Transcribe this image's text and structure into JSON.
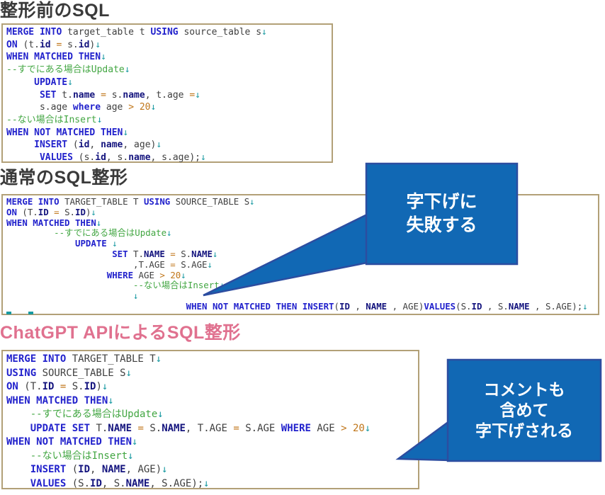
{
  "sections": [
    {
      "heading": "整形前のSQL"
    },
    {
      "heading": "通常のSQL整形"
    },
    {
      "heading": "ChatGPT APIによるSQL整形"
    }
  ],
  "colors": {
    "background": "#FFFFFF",
    "keyword": "#2222CC",
    "identifier": "#3F3F3F",
    "field": "#14147E",
    "operator": "#C0761A",
    "number": "#C0761A",
    "comment": "#42A642",
    "linebreak": "#1899A1",
    "border-tan": "#B2A077",
    "heading": "#3A3A3A",
    "heading-pink": "#E0718F",
    "callout-fill": "#1168B4",
    "callout-border": "#2C4DA0",
    "callout-text": "#FFFFFF"
  },
  "code_blocks": [
    {
      "lines": [
        [
          [
            "k",
            "MERGE INTO "
          ],
          [
            "i",
            "target_table t "
          ],
          [
            "k",
            "USING "
          ],
          [
            "i",
            "source_table s"
          ],
          [
            "a",
            "↓"
          ]
        ],
        [
          [
            "k",
            "ON "
          ],
          [
            "i",
            "(t."
          ],
          [
            "f",
            "id"
          ],
          [
            "i",
            " "
          ],
          [
            "o",
            "="
          ],
          [
            "i",
            " s."
          ],
          [
            "f",
            "id"
          ],
          [
            "i",
            ")"
          ],
          [
            "a",
            "↓"
          ]
        ],
        [
          [
            "k",
            "WHEN MATCHED THEN"
          ],
          [
            "a",
            "↓"
          ]
        ],
        [
          [
            "c",
            "--すでにある場合はUpdate"
          ],
          [
            "a",
            "↓"
          ]
        ],
        [
          [
            "i",
            "     "
          ],
          [
            "k",
            "UPDATE"
          ],
          [
            "a",
            "↓"
          ]
        ],
        [
          [
            "i",
            "      "
          ],
          [
            "k",
            "SET "
          ],
          [
            "i",
            "t."
          ],
          [
            "f",
            "name"
          ],
          [
            "i",
            " "
          ],
          [
            "o",
            "="
          ],
          [
            "i",
            " s."
          ],
          [
            "f",
            "name"
          ],
          [
            "i",
            ", t.age "
          ],
          [
            "o",
            "="
          ],
          [
            "a",
            "↓"
          ]
        ],
        [
          [
            "i",
            "      s.age "
          ],
          [
            "k",
            "where"
          ],
          [
            "i",
            " age "
          ],
          [
            "o",
            ">"
          ],
          [
            "i",
            " "
          ],
          [
            "n",
            "20"
          ],
          [
            "a",
            "↓"
          ]
        ],
        [
          [
            "c",
            "--ない場合はInsert"
          ],
          [
            "a",
            "↓"
          ]
        ],
        [
          [
            "k",
            "WHEN NOT MATCHED THEN"
          ],
          [
            "a",
            "↓"
          ]
        ],
        [
          [
            "i",
            "     "
          ],
          [
            "k",
            "INSERT"
          ],
          [
            "i",
            " ("
          ],
          [
            "f",
            "id"
          ],
          [
            "i",
            ", "
          ],
          [
            "f",
            "name"
          ],
          [
            "i",
            ", age)"
          ],
          [
            "a",
            "↓"
          ]
        ],
        [
          [
            "i",
            "      "
          ],
          [
            "k",
            "VALUES"
          ],
          [
            "i",
            " (s."
          ],
          [
            "f",
            "id"
          ],
          [
            "i",
            ", s."
          ],
          [
            "f",
            "name"
          ],
          [
            "i",
            ", s.age);"
          ],
          [
            "a",
            "↓"
          ]
        ]
      ]
    },
    {
      "lines": [
        [
          [
            "k",
            "MERGE INTO "
          ],
          [
            "i",
            "TARGET_TABLE T "
          ],
          [
            "k",
            "USING "
          ],
          [
            "i",
            "SOURCE_TABLE S"
          ],
          [
            "a",
            "↓"
          ]
        ],
        [
          [
            "k",
            "ON "
          ],
          [
            "i",
            "(T."
          ],
          [
            "f",
            "ID"
          ],
          [
            "i",
            " "
          ],
          [
            "o",
            "="
          ],
          [
            "i",
            " S."
          ],
          [
            "f",
            "ID"
          ],
          [
            "i",
            ")"
          ],
          [
            "a",
            "↓"
          ]
        ],
        [
          [
            "k",
            "WHEN MATCHED THEN"
          ],
          [
            "a",
            "↓"
          ]
        ],
        [
          [
            "i",
            "         "
          ],
          [
            "c",
            "--すでにある場合はUpdate"
          ],
          [
            "a",
            "↓"
          ]
        ],
        [
          [
            "i",
            "             "
          ],
          [
            "k",
            "UPDATE "
          ],
          [
            "a",
            "↓"
          ]
        ],
        [
          [
            "i",
            "                    "
          ],
          [
            "k",
            "SET "
          ],
          [
            "i",
            "T."
          ],
          [
            "f",
            "NAME"
          ],
          [
            "i",
            " "
          ],
          [
            "o",
            "="
          ],
          [
            "i",
            " S."
          ],
          [
            "f",
            "NAME"
          ],
          [
            "a",
            "↓"
          ]
        ],
        [
          [
            "i",
            "                        ,T.AGE "
          ],
          [
            "o",
            "="
          ],
          [
            "i",
            " S.AGE"
          ],
          [
            "a",
            "↓"
          ]
        ],
        [
          [
            "i",
            "                   "
          ],
          [
            "k",
            "WHERE"
          ],
          [
            "i",
            " AGE "
          ],
          [
            "o",
            ">"
          ],
          [
            "i",
            " "
          ],
          [
            "n",
            "20"
          ],
          [
            "a",
            "↓"
          ]
        ],
        [
          [
            "i",
            "                        "
          ],
          [
            "c",
            "--ない場合はInsert"
          ],
          [
            "a",
            "↓"
          ]
        ],
        [
          [
            "i",
            "                        "
          ],
          [
            "a",
            "↓"
          ]
        ],
        [
          [
            "i",
            "                                  "
          ],
          [
            "k",
            "WHEN NOT MATCHED THEN INSERT"
          ],
          [
            "i",
            "("
          ],
          [
            "f",
            "ID"
          ],
          [
            "i",
            " , "
          ],
          [
            "f",
            "NAME"
          ],
          [
            "i",
            " , AGE)"
          ],
          [
            "k",
            "VALUES"
          ],
          [
            "i",
            "(S."
          ],
          [
            "f",
            "ID"
          ],
          [
            "i",
            " , S."
          ],
          [
            "f",
            "NAME"
          ],
          [
            "i",
            " , S.AGE);"
          ],
          [
            "a",
            "↓"
          ]
        ]
      ]
    },
    {
      "lines": [
        [
          [
            "k",
            "MERGE INTO "
          ],
          [
            "i",
            "TARGET_TABLE T"
          ],
          [
            "a",
            "↓"
          ]
        ],
        [
          [
            "k",
            "USING "
          ],
          [
            "i",
            "SOURCE_TABLE S"
          ],
          [
            "a",
            "↓"
          ]
        ],
        [
          [
            "k",
            "ON "
          ],
          [
            "i",
            "(T."
          ],
          [
            "f",
            "ID"
          ],
          [
            "i",
            " "
          ],
          [
            "o",
            "="
          ],
          [
            "i",
            " S."
          ],
          [
            "f",
            "ID"
          ],
          [
            "i",
            ")"
          ],
          [
            "a",
            "↓"
          ]
        ],
        [
          [
            "k",
            "WHEN MATCHED THEN"
          ],
          [
            "a",
            "↓"
          ]
        ],
        [
          [
            "i",
            "    "
          ],
          [
            "c",
            "--すでにある場合はUpdate"
          ],
          [
            "a",
            "↓"
          ]
        ],
        [
          [
            "i",
            "    "
          ],
          [
            "k",
            "UPDATE SET "
          ],
          [
            "i",
            "T."
          ],
          [
            "f",
            "NAME"
          ],
          [
            "i",
            " "
          ],
          [
            "o",
            "="
          ],
          [
            "i",
            " S."
          ],
          [
            "f",
            "NAME"
          ],
          [
            "i",
            ", T.AGE "
          ],
          [
            "o",
            "="
          ],
          [
            "i",
            " S.AGE "
          ],
          [
            "k",
            "WHERE"
          ],
          [
            "i",
            " AGE "
          ],
          [
            "o",
            ">"
          ],
          [
            "i",
            " "
          ],
          [
            "n",
            "20"
          ],
          [
            "a",
            "↓"
          ]
        ],
        [
          [
            "k",
            "WHEN NOT MATCHED THEN"
          ],
          [
            "a",
            "↓"
          ]
        ],
        [
          [
            "i",
            "    "
          ],
          [
            "c",
            "--ない場合はInsert"
          ],
          [
            "a",
            "↓"
          ]
        ],
        [
          [
            "i",
            "    "
          ],
          [
            "k",
            "INSERT"
          ],
          [
            "i",
            " ("
          ],
          [
            "f",
            "ID"
          ],
          [
            "i",
            ", "
          ],
          [
            "f",
            "NAME"
          ],
          [
            "i",
            ", AGE)"
          ],
          [
            "a",
            "↓"
          ]
        ],
        [
          [
            "i",
            "    "
          ],
          [
            "k",
            "VALUES"
          ],
          [
            "i",
            " (S."
          ],
          [
            "f",
            "ID"
          ],
          [
            "i",
            ", S."
          ],
          [
            "f",
            "NAME"
          ],
          [
            "i",
            ", S.AGE);"
          ],
          [
            "a",
            "↓"
          ]
        ]
      ]
    }
  ],
  "callouts": [
    {
      "lines": [
        "字下げに",
        "失敗する"
      ]
    },
    {
      "lines": [
        "コメントも",
        "含めて",
        "字下げされる"
      ]
    }
  ]
}
